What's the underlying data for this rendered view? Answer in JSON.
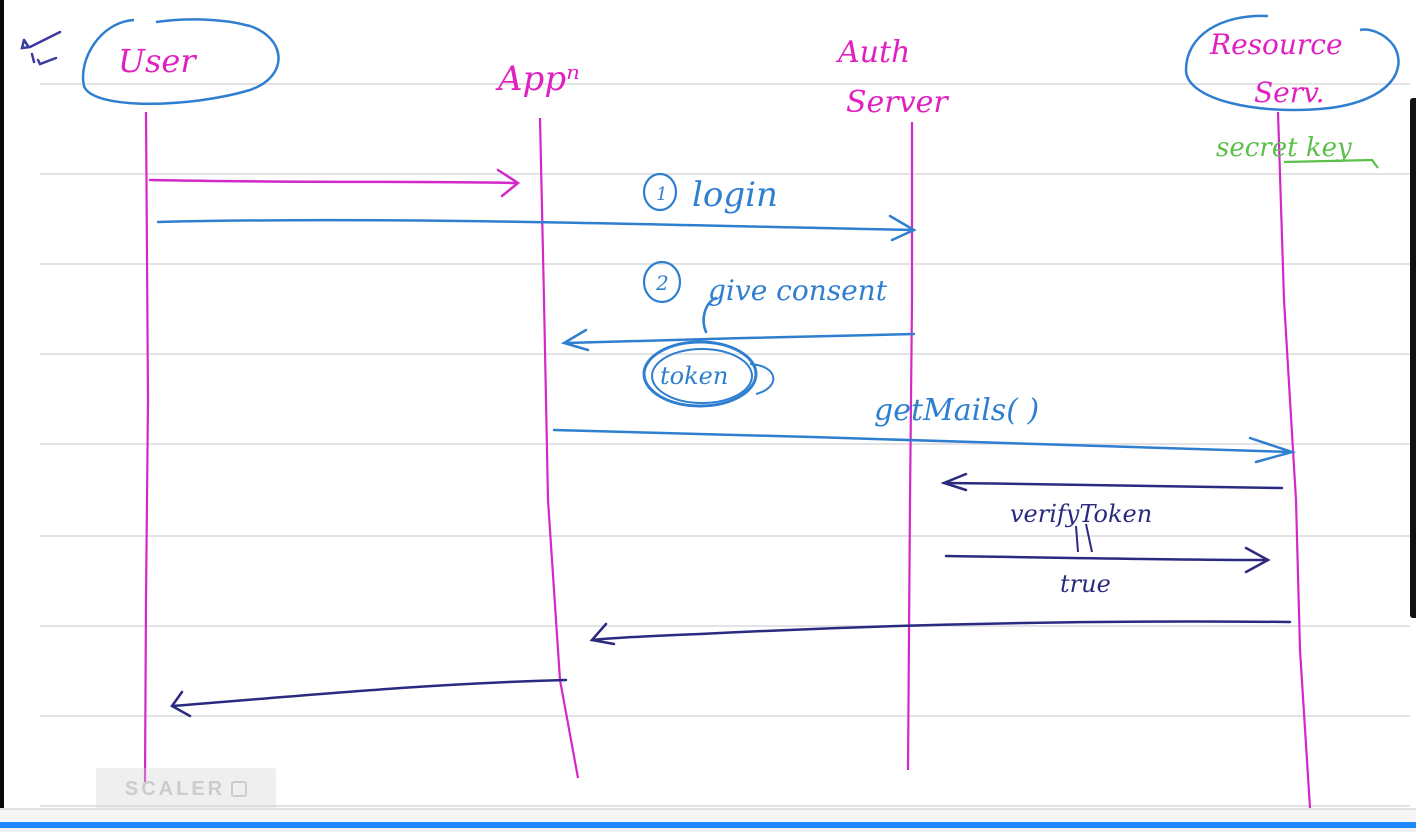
{
  "diagram": {
    "type": "sequence-diagram",
    "style": "handwritten whiteboard on ruled paper",
    "colors": {
      "actor_label": "#e020c0",
      "lifeline": "#d428c8",
      "actor_circle": "#2f7fd0",
      "request_arrow_blue": "#2f7fd0",
      "arrow_dark": "#2a2a80",
      "secret_key": "#5cc04a",
      "ruled_line": "#e3e3e6"
    },
    "margin_mark": "✓ II",
    "actors": [
      {
        "id": "user",
        "label": "User",
        "circled": true
      },
      {
        "id": "app",
        "label": "Appⁿ",
        "circled": false
      },
      {
        "id": "auth",
        "label": "Auth Server",
        "label_line1": "Auth",
        "label_line2": "Server",
        "circled": false
      },
      {
        "id": "resource",
        "label": "Resource Serv.",
        "label_line1": "Resource",
        "label_line2": "Serv.",
        "circled": true,
        "note": "secret key"
      }
    ],
    "messages": [
      {
        "from": "user",
        "to": "app",
        "label": "",
        "color": "pink"
      },
      {
        "from": "user",
        "to": "auth",
        "label": "① login",
        "step": "1",
        "text": "login",
        "color": "blue"
      },
      {
        "from": "auth",
        "to": "app",
        "label": "② give consent",
        "step": "2",
        "text": "give consent",
        "color": "blue",
        "returns": "token"
      },
      {
        "from": "app",
        "to": "resource",
        "label": "getMails( )",
        "color": "blue"
      },
      {
        "from": "resource",
        "to": "auth",
        "label": "verifyToken",
        "color": "dark"
      },
      {
        "from": "auth",
        "to": "resource",
        "label": "true",
        "color": "dark"
      },
      {
        "from": "resource",
        "to": "app",
        "label": "",
        "color": "dark"
      },
      {
        "from": "app",
        "to": "user",
        "label": "",
        "color": "dark"
      }
    ],
    "token_label": "token"
  },
  "watermark": {
    "text": "SCALER"
  },
  "video": {
    "progress_color": "#1e88ff"
  }
}
